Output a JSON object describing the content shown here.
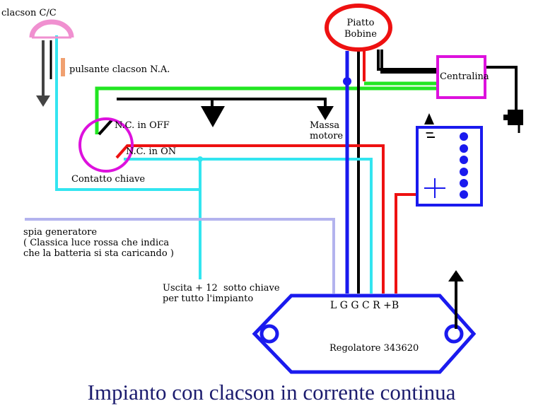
{
  "labels": {
    "clacson": "clacson C/C",
    "pulsante": "pulsante clacson N.A.",
    "piatto": "Piatto\nBobine",
    "centralina": "Centralina",
    "nc_off": "N.C. in OFF",
    "massa": "Massa\nmotore",
    "nc_on": "N.C. in ON",
    "contatto": "Contatto chiave",
    "spia": "spia generatore\n( Classica luce rossa che indica\nche la batteria si sta caricando )",
    "uscita": "Uscita + 12  sotto chiave\nper tutto l'impianto",
    "pins": "L  G  G  C  R +B",
    "regolatore": "Regolatore 343620",
    "battery_minus": "−",
    "battery_plus": "+"
  },
  "title": "Impianto con clacson in corrente continua",
  "colors": {
    "cyan": "#33e5f0",
    "green": "#22e622",
    "red": "#ee1111",
    "blue": "#1a1aee",
    "lavender": "#b3b3ee",
    "magenta": "#dd11dd",
    "pink": "#f090d0",
    "orange": "#f0a070",
    "black": "#000000",
    "title": "#1c1c6e"
  },
  "icons": [
    "horn-icon",
    "push-button-icon",
    "ignition-switch-icon",
    "coil-plate-icon",
    "control-unit-icon",
    "battery-icon",
    "regulator-icon",
    "spark-plug-icon",
    "ground-arrow-icon"
  ]
}
